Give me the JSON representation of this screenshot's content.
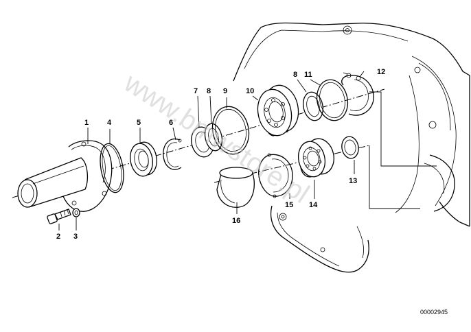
{
  "watermark": "www.bmwstore.pl",
  "drawing_number": "00002945",
  "callouts": {
    "c1": "1",
    "c2": "2",
    "c3": "3",
    "c4": "4",
    "c5": "5",
    "c6": "6",
    "c7": "7",
    "c8a": "8",
    "c8b": "8",
    "c9": "9",
    "c10": "10",
    "c11": "11",
    "c12": "12",
    "c13": "13",
    "c14": "14",
    "c15": "15",
    "c16": "16"
  }
}
